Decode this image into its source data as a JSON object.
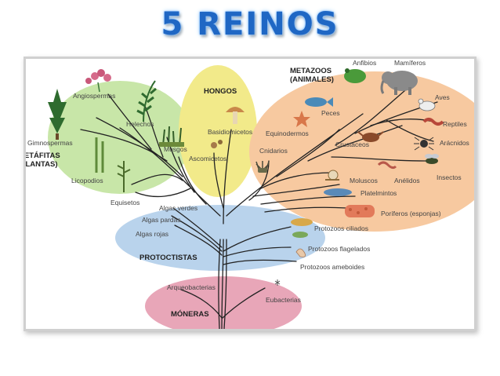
{
  "title": "5 REINOS",
  "colors": {
    "title": "#1f67c4",
    "plantas_zone": "#c8e6a8",
    "hongos_zone": "#f2ea8a",
    "animales_zone": "#f7c9a0",
    "protoctistas_zone": "#b9d3ec",
    "moneras_zone": "#e8a6b8",
    "branches": "#222222"
  },
  "kingdoms": {
    "metafitas_line1": "METÁFITAS",
    "metafitas_line2": "(PLANTAS)",
    "hongos": "HONGOS",
    "metazoos_line1": "METAZOOS",
    "metazoos_line2": "(ANIMALES)",
    "protoctistas": "PROTOCTISTAS",
    "moneras": "MÓNERAS"
  },
  "plantas": {
    "angiospermas": "Angiospermas",
    "helechos": "Helechos",
    "gimnospermas": "Gimnospermas",
    "musgos": "Musgos",
    "licopodios": "Licopodios",
    "equisetos": "Equisetos"
  },
  "hongos": {
    "basidiomicetos": "Basidiomicetos",
    "ascomicetos": "Ascomicetos"
  },
  "animales": {
    "anfibios": "Anfibios",
    "mamiferos": "Mamíferos",
    "aves": "Aves",
    "reptiles": "Reptiles",
    "aracnidos": "Arácnidos",
    "insectos": "Insectos",
    "peces": "Peces",
    "equinodermos": "Equinodermos",
    "crustaceos": "Crustáceos",
    "cnidarios": "Cnidarios",
    "moluscos": "Moluscos",
    "anelidos": "Anélidos",
    "platelmintos": "Platelmintos",
    "poriferos": "Poríferos (esponjas)"
  },
  "protoctistas": {
    "algas_verdes": "Algas verdes",
    "algas_pardas": "Algas pardas",
    "algas_rojas": "Algas rojas",
    "protozoos_ciliados": "Protozoos ciliados",
    "protozoos_flagelados": "Protozoos flagelados",
    "protozoos_ameboides": "Protozoos ameboides"
  },
  "moneras": {
    "arqueobacterias": "Arqueobacterias",
    "eubacterias": "Eubacterias"
  },
  "icons": [
    "tree-icon",
    "flower-icon",
    "fern-icon",
    "moss-icon",
    "horsetail-icon",
    "mushroom-icon",
    "frog-icon",
    "elephant-icon",
    "bird-icon",
    "fish-icon",
    "starfish-icon",
    "snake-icon",
    "spider-icon",
    "insect-icon",
    "crab-icon",
    "anemone-icon",
    "snail-icon",
    "worm-icon",
    "flatworm-icon",
    "sponge-icon",
    "protozoa-icon",
    "bacteria-icon"
  ]
}
